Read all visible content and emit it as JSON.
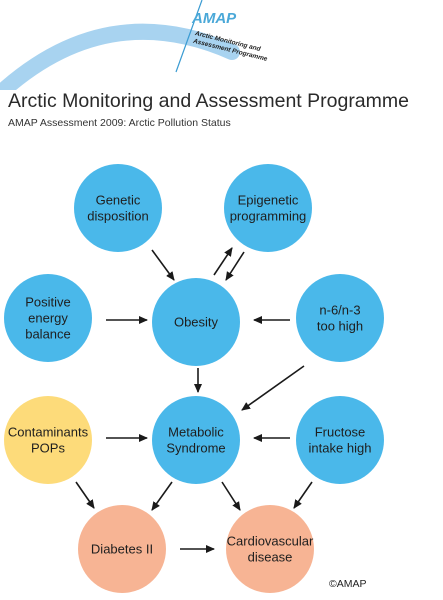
{
  "header": {
    "logo_text": "AMAP",
    "logo_subtitle": "Arctic Monitoring and Assessment Programme",
    "title": "Arctic Monitoring and Assessment Programme",
    "subtitle": "AMAP Assessment 2009: Arctic Pollution Status"
  },
  "diagram": {
    "colors": {
      "blue": "#4ab8ea",
      "yellow": "#fddb7a",
      "salmon": "#f7b494",
      "arrow": "#1a1a1a",
      "logo_arc": "#a8d3f0"
    },
    "nodes": [
      {
        "id": "genetic",
        "lines": [
          "Genetic",
          "disposition"
        ],
        "color": "blue"
      },
      {
        "id": "epigenetic",
        "lines": [
          "Epigenetic",
          "programming"
        ],
        "color": "blue"
      },
      {
        "id": "positive",
        "lines": [
          "Positive",
          "energy",
          "balance"
        ],
        "color": "blue"
      },
      {
        "id": "obesity",
        "lines": [
          "Obesity"
        ],
        "color": "blue"
      },
      {
        "id": "n6n3",
        "lines": [
          "n-6/n-3",
          "too high"
        ],
        "color": "blue"
      },
      {
        "id": "contaminants",
        "lines": [
          "Contaminants",
          "POPs"
        ],
        "color": "yellow"
      },
      {
        "id": "metabolic",
        "lines": [
          "Metabolic",
          "Syndrome"
        ],
        "color": "blue"
      },
      {
        "id": "fructose",
        "lines": [
          "Fructose",
          "intake high"
        ],
        "color": "blue"
      },
      {
        "id": "diabetes",
        "lines": [
          "Diabetes II"
        ],
        "color": "salmon"
      },
      {
        "id": "cardio",
        "lines": [
          "Cardiovascular",
          "disease"
        ],
        "color": "salmon"
      }
    ],
    "edges": [
      {
        "from": "genetic",
        "to": "obesity"
      },
      {
        "from": "obesity",
        "to": "epigenetic"
      },
      {
        "from": "epigenetic",
        "to": "obesity"
      },
      {
        "from": "positive",
        "to": "obesity"
      },
      {
        "from": "n6n3",
        "to": "obesity"
      },
      {
        "from": "obesity",
        "to": "metabolic"
      },
      {
        "from": "n6n3",
        "to": "metabolic"
      },
      {
        "from": "contaminants",
        "to": "metabolic"
      },
      {
        "from": "fructose",
        "to": "metabolic"
      },
      {
        "from": "contaminants",
        "to": "diabetes"
      },
      {
        "from": "metabolic",
        "to": "diabetes"
      },
      {
        "from": "metabolic",
        "to": "cardio"
      },
      {
        "from": "fructose",
        "to": "cardio"
      },
      {
        "from": "diabetes",
        "to": "cardio"
      }
    ]
  },
  "footer": {
    "copyright": "©AMAP"
  }
}
